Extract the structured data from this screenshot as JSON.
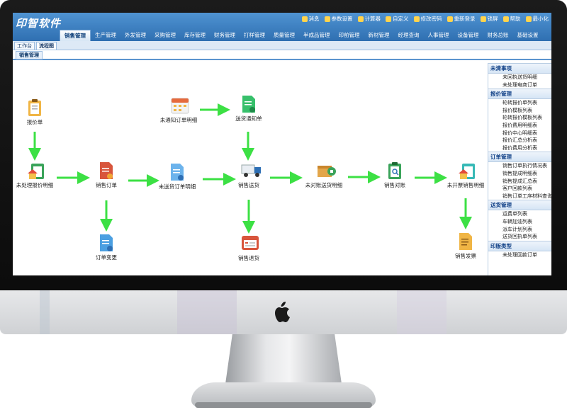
{
  "app": {
    "logo_text": "印智软件"
  },
  "toolbar": [
    {
      "label": "消息",
      "icon": "message-icon"
    },
    {
      "label": "参数设置",
      "icon": "settings-icon"
    },
    {
      "label": "计算器",
      "icon": "calculator-icon"
    },
    {
      "label": "自定义",
      "icon": "customize-icon"
    },
    {
      "label": "修改密码",
      "icon": "key-icon"
    },
    {
      "label": "重新登录",
      "icon": "relogin-icon"
    },
    {
      "label": "锁屏",
      "icon": "lock-icon"
    },
    {
      "label": "帮助",
      "icon": "help-icon"
    },
    {
      "label": "最小化",
      "icon": "minimize-icon"
    }
  ],
  "menu": [
    "销售管理",
    "生产管理",
    "外发管理",
    "采购管理",
    "库存管理",
    "财务管理",
    "打样管理",
    "质量管理",
    "半成品管理",
    "印前管理",
    "新材管理",
    "经理查询",
    "人事管理",
    "设备管理",
    "财务总账",
    "基础设置"
  ],
  "menu_active": 0,
  "tabs": [
    "工作台",
    "流程图"
  ],
  "subtab": "销售管理",
  "flow_nodes": [
    {
      "id": "quote",
      "label": "报价单"
    },
    {
      "id": "unquoted",
      "label": "未处理报价明细"
    },
    {
      "id": "order",
      "label": "销售订单"
    },
    {
      "id": "order-change",
      "label": "订单变更"
    },
    {
      "id": "unnotified",
      "label": "未通知订单明细"
    },
    {
      "id": "undelivered",
      "label": "未送货订单明细"
    },
    {
      "id": "delivery-notice",
      "label": "送货通知单"
    },
    {
      "id": "delivery",
      "label": "销售送货"
    },
    {
      "id": "return",
      "label": "销售退货"
    },
    {
      "id": "unreconciled",
      "label": "未对账送货明细"
    },
    {
      "id": "reconcile",
      "label": "销售对账"
    },
    {
      "id": "uninvoiced",
      "label": "未开票销售明细"
    },
    {
      "id": "invoice",
      "label": "销售发票"
    }
  ],
  "sidebar": [
    {
      "title": "未清事项",
      "items": [
        "未回执送货明细",
        "未处理电商订单"
      ]
    },
    {
      "title": "报价管理",
      "items": [
        "轮转报价单列表",
        "报价模板列表",
        "轮转报价模板列表",
        "报价费用明细表",
        "报价中心明细表",
        "报价汇总分析表",
        "报价费用分析表"
      ]
    },
    {
      "title": "订单管理",
      "items": [
        "销售订单执行情况表",
        "销售提成明细表",
        "销售提成汇总表",
        "客户回款列表",
        "销售订单工序材料查询"
      ]
    },
    {
      "title": "送货管理",
      "items": [
        "运费单列表",
        "车辆加油列表",
        "派车计划列表",
        "送货回执单列表"
      ]
    },
    {
      "title": "印版类型",
      "items": [
        "未处理回款订单"
      ]
    }
  ],
  "colors": {
    "accent": "#2f6fb1",
    "arrow": "#3ce044",
    "bezel": "#111111"
  }
}
